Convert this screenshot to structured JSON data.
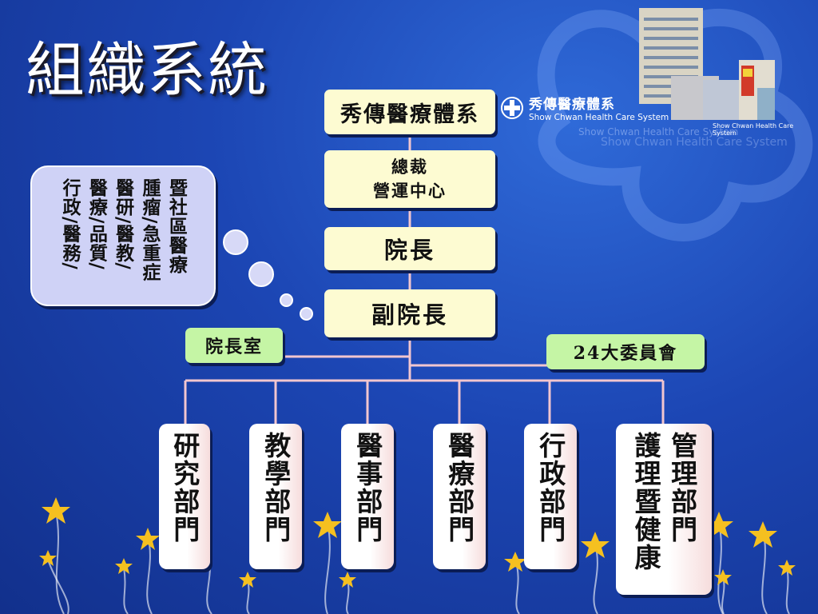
{
  "slide": {
    "title": "組織系統"
  },
  "logo": {
    "name_cn": "秀傳醫療體系",
    "name_en": "Show Chwan Health Care System",
    "photo_caption": "Show Chwan Health Care System",
    "ghost_text_1": "Show Chwan Health Care System",
    "ghost_text_2": "Show Chwan Health Care System"
  },
  "org_chart": {
    "top": "秀傳醫療體系",
    "ceo_line1": "總裁",
    "ceo_line2": "營運中心",
    "president": "院長",
    "vice_president": "副院長",
    "president_office": "院長室",
    "committees": "24大委員會",
    "departments": [
      {
        "label": "研究部門"
      },
      {
        "label": "教學部門"
      },
      {
        "label": "醫事部門"
      },
      {
        "label": "醫療部門"
      },
      {
        "label": "行政部門"
      },
      {
        "label_col1": "護理暨健康",
        "label_col2": "管理部門"
      }
    ]
  },
  "callout": {
    "lines": [
      "行政/醫務/",
      "醫療/品質/",
      "醫研/醫教/",
      "腫瘤/急重症",
      "暨社區醫療"
    ]
  },
  "colors": {
    "background": "#1c46b4",
    "box_yellow": "#fdfbd2",
    "box_green": "#c5f5a5",
    "connector": "#f2c6cf",
    "callout": "#cfd2f6",
    "star": "#f5c020"
  }
}
